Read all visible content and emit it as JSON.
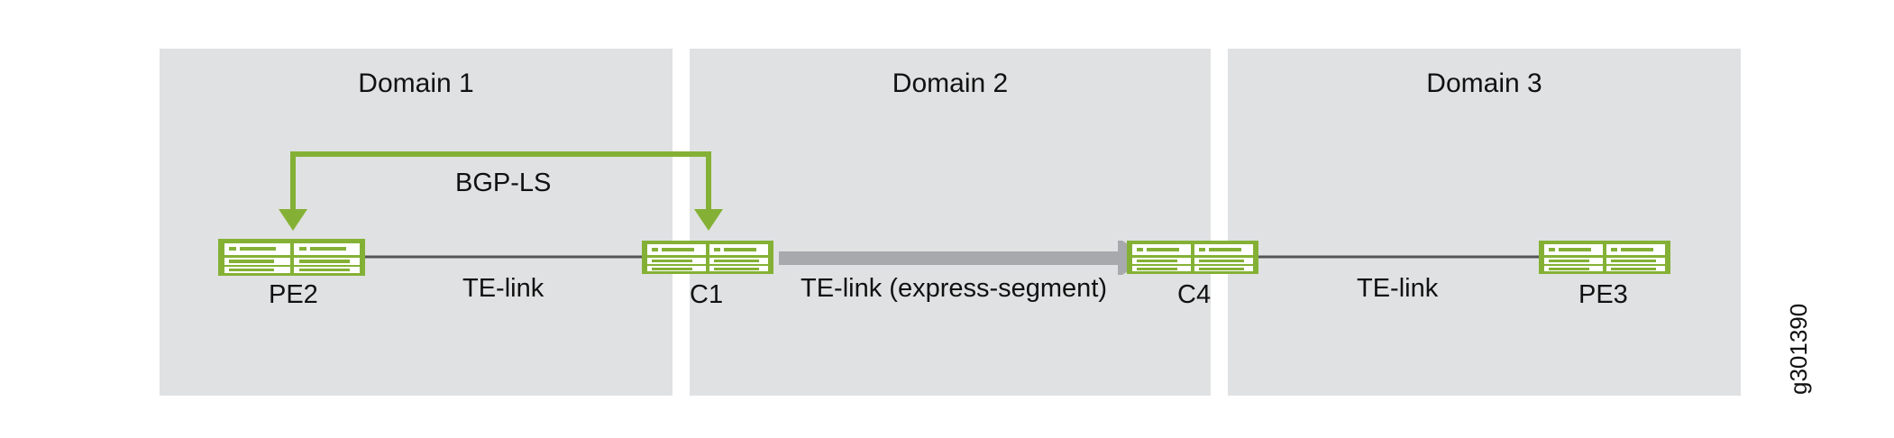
{
  "domains": [
    {
      "title": "Domain 1"
    },
    {
      "title": "Domain 2"
    },
    {
      "title": "Domain 3"
    }
  ],
  "devices": {
    "pe2": "PE2",
    "c1": "C1",
    "c4": "C4",
    "pe3": "PE3"
  },
  "links": {
    "pe2_c1": "TE-link",
    "c1_c4": "TE-link (express-segment)",
    "c4_pe3": "TE-link",
    "bgp_ls": "BGP-LS"
  },
  "figure_id": "g301390",
  "colors": {
    "domain_bg": "#e0e1e2",
    "device_green": "#84b135",
    "bgp_green": "#84b135",
    "express_arrow": "#a7a9ac",
    "link_line": "#555555"
  }
}
